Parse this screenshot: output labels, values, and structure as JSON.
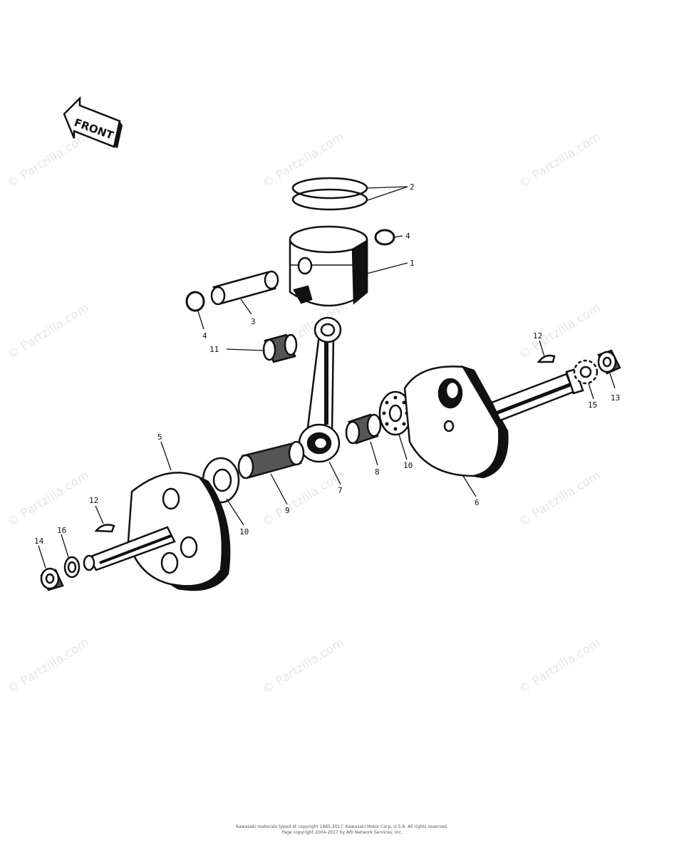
{
  "front_label": "FRONT",
  "watermark": "© Partzilla.com",
  "callouts": {
    "c1": "1",
    "c2": "2",
    "c3": "3",
    "c4a": "4",
    "c4b": "4",
    "c5": "5",
    "c6": "6",
    "c7": "7",
    "c8": "8",
    "c9": "9",
    "c10a": "10",
    "c10b": "10",
    "c11": "11",
    "c12a": "12",
    "c12b": "12",
    "c13": "13",
    "c14": "14",
    "c15": "15",
    "c16": "16"
  },
  "footer": {
    "line1": "Kawasaki materials typed at copyright 1965-2017, Kawasaki Motor Corp, U.S.A.  All rights reserved.",
    "line2": "Page copyright 2004-2017 by ARI Network Services, Inc."
  }
}
